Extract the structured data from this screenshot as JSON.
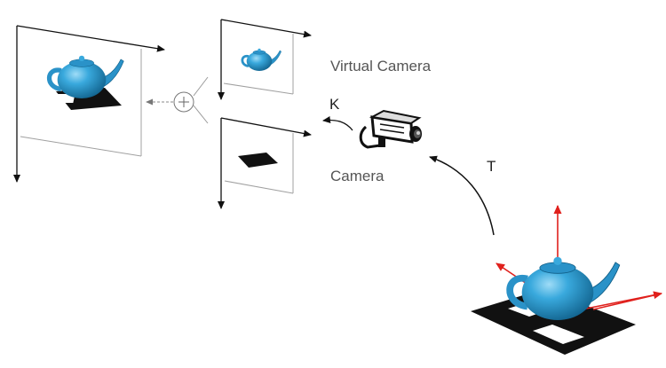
{
  "labels": {
    "virtual_camera": "Virtual Camera",
    "camera": "Camera",
    "intrinsics": "K",
    "transform": "T",
    "combine_symbol": "+"
  },
  "colors": {
    "teapot": "#2e9fd6",
    "teapot_dark": "#0f5d86",
    "axes": "#e0201c",
    "frame": "#111111",
    "marker": "#111111",
    "connector": "#9a9a9a"
  },
  "icons": [
    "teapot-icon",
    "marker-icon",
    "video-camera-icon",
    "plus-circle-icon"
  ]
}
